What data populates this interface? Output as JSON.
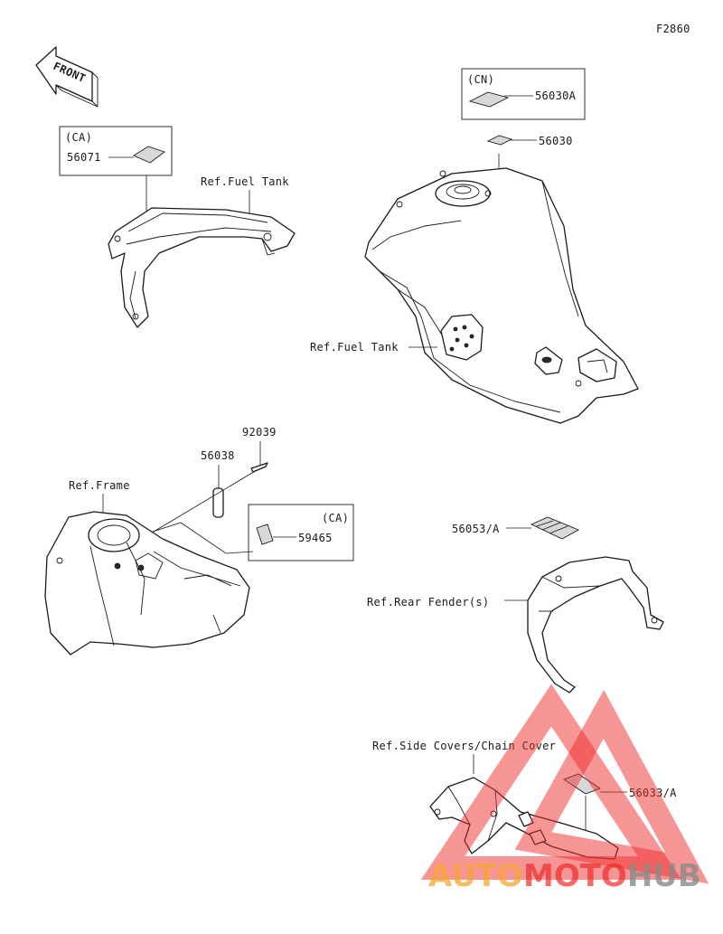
{
  "diagram_code": "F2860",
  "front_marker": "FRONT",
  "callouts": {
    "p56071": "56071",
    "p56030A": "56030A",
    "p56030": "56030",
    "p92039": "92039",
    "p56038": "56038",
    "p59465": "59465",
    "p56053": "56053/A",
    "p56033": "56033/A"
  },
  "region_boxes": {
    "ca_top": "(CA)",
    "cn": "(CN)",
    "ca_mid": "(CA)"
  },
  "references": {
    "fuel_tank_top": "Ref.Fuel Tank",
    "fuel_tank_right": "Ref.Fuel Tank",
    "frame": "Ref.Frame",
    "rear_fender": "Ref.Rear Fender(s)",
    "side_covers": "Ref.Side Covers/Chain Cover"
  },
  "watermark": {
    "part1": "AUTO",
    "part2": "MOTO",
    "part3": "HUB",
    "colors": {
      "orange": "#f6a531",
      "red": "#ee2b2b",
      "gray": "#8a8a8a"
    }
  }
}
